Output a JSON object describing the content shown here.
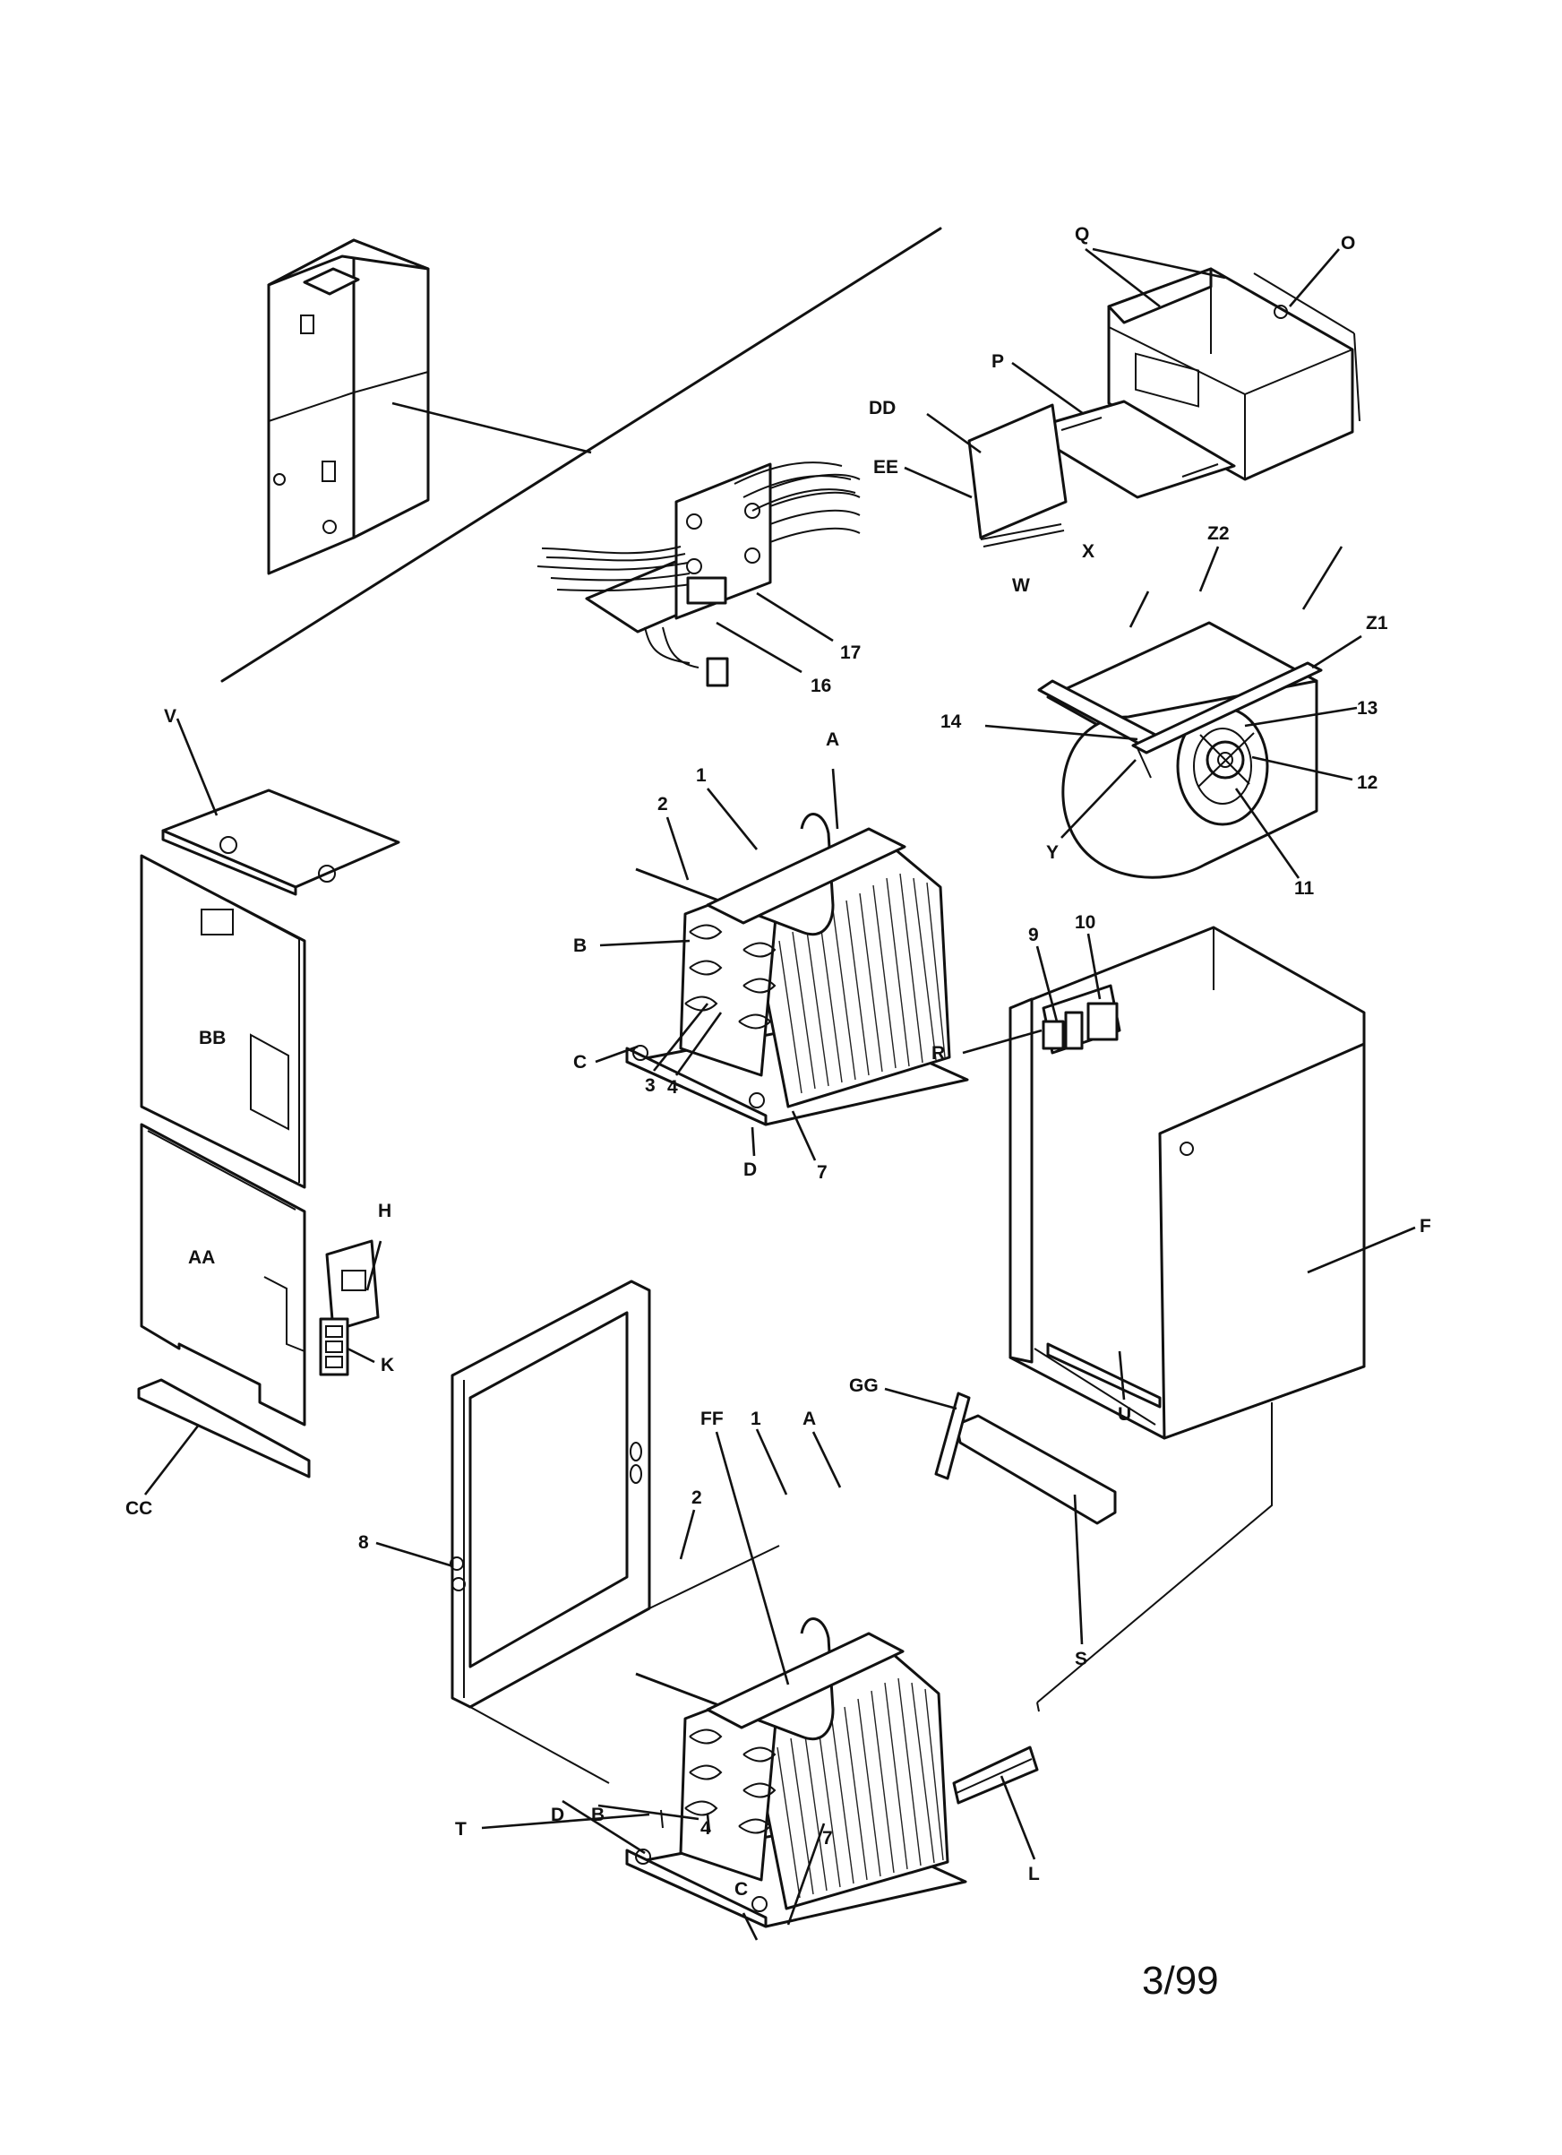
{
  "labels": {
    "Q": "Q",
    "O": "O",
    "P": "P",
    "DD": "DD",
    "EE": "EE",
    "X": "X",
    "Z2": "Z2",
    "Z1": "Z1",
    "W": "W",
    "p14": "14",
    "p13": "13",
    "p12": "12",
    "p11": "11",
    "Y": "Y",
    "p17": "17",
    "p16": "16",
    "V": "V",
    "BB": "BB",
    "AA": "AA",
    "H": "H",
    "K": "K",
    "CC": "CC",
    "u_A": "A",
    "u_1": "1",
    "u_2": "2",
    "u_B": "B",
    "u_C": "C",
    "u_3": "3",
    "u_4": "4",
    "u_D": "D",
    "u_7": "7",
    "p9": "9",
    "p10": "10",
    "R": "R",
    "F": "F",
    "U": "U",
    "S": "S",
    "L": "L",
    "GG": "GG",
    "l_FF": "FF",
    "l_1": "1",
    "l_A": "A",
    "l_2": "2",
    "p8": "8",
    "l_D": "D",
    "l_B": "B",
    "l_4": "4",
    "l_7": "7",
    "l_C": "C",
    "T": "T"
  },
  "date_code": "3/99"
}
